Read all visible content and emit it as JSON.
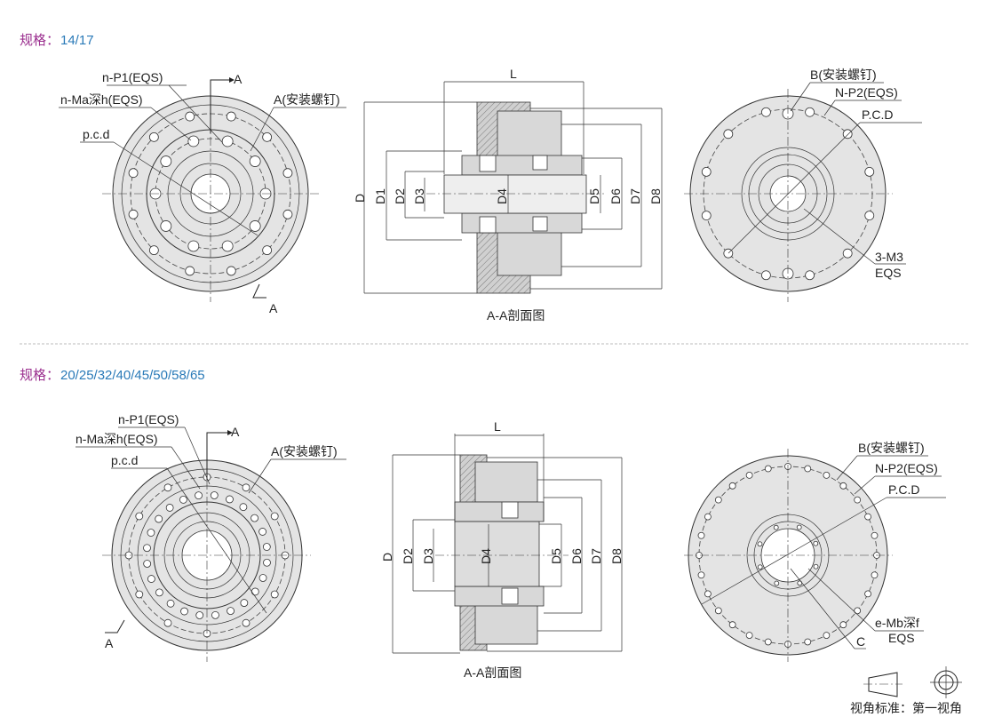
{
  "section1": {
    "spec_label": "规格：",
    "spec_value": "14/17",
    "front": {
      "n_p1": "n-P1(EQS)",
      "n_ma": "n-Ma深h(EQS)",
      "pcd": "p.c.d",
      "a_screw": "A(安装螺钉)",
      "cut_top": "A",
      "cut_bottom": "A"
    },
    "section": {
      "L": "L",
      "dims": [
        "D",
        "D1",
        "D2",
        "D3",
        "D4",
        "D5",
        "D6",
        "D7",
        "D8"
      ],
      "caption": "A-A剖面图"
    },
    "rear": {
      "b_screw": "B(安装螺钉)",
      "n_p2": "N-P2(EQS)",
      "pcd": "P.C.D",
      "m3": "3-M3",
      "eqs": "EQS"
    }
  },
  "section2": {
    "spec_label": "规格：",
    "spec_value": "20/25/32/40/45/50/58/65",
    "front": {
      "n_p1": "n-P1(EQS)",
      "n_ma": "n-Ma深h(EQS)",
      "pcd": "p.c.d",
      "a_screw": "A(安装螺钉)",
      "cut_top": "A",
      "cut_bottom": "A"
    },
    "section": {
      "L": "L",
      "dims": [
        "D",
        "D2",
        "D3",
        "D4",
        "D5",
        "D6",
        "D7",
        "D8"
      ],
      "caption": "A-A剖面图"
    },
    "rear": {
      "b_screw": "B(安装螺钉)",
      "n_p2": "N-P2(EQS)",
      "pcd": "P.C.D",
      "mb": "e-Mb深f",
      "eqs": "EQS",
      "c": "C"
    }
  },
  "projection": {
    "label": "视角标准：第一视角"
  },
  "colors": {
    "spec_label": "#9b2f8f",
    "spec_value": "#2a7ab8",
    "separator": "#bbbbbb"
  }
}
